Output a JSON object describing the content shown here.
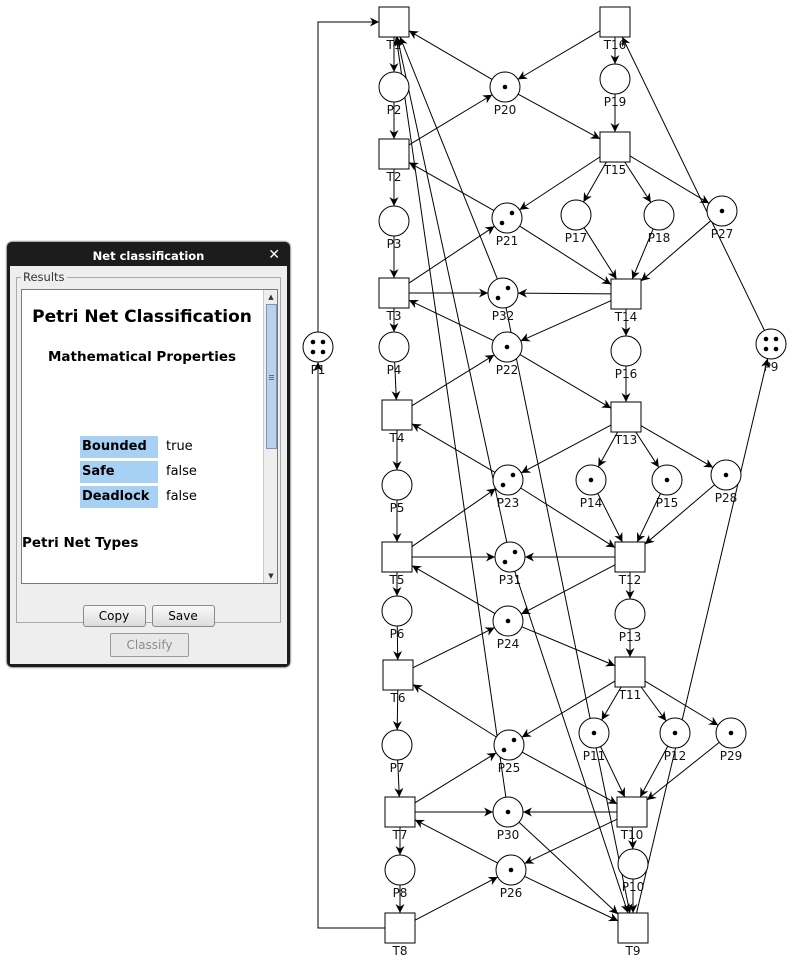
{
  "dialog": {
    "title": "Net classification",
    "close_glyph": "✕",
    "group_label": "Results",
    "heading": "Petri Net Classification",
    "subheading": "Mathematical Properties",
    "properties": [
      {
        "name": "Bounded",
        "value": "true"
      },
      {
        "name": "Safe",
        "value": "false"
      },
      {
        "name": "Deadlock",
        "value": "false"
      }
    ],
    "types_heading": "Petri Net Types",
    "buttons": {
      "copy": "Copy",
      "save": "Save",
      "classify": "Classify"
    },
    "property_label_color": "#a7d0f5"
  },
  "net": {
    "places": [
      {
        "id": "P1",
        "tokens": 4
      },
      {
        "id": "P2",
        "tokens": 0
      },
      {
        "id": "P3",
        "tokens": 0
      },
      {
        "id": "P4",
        "tokens": 0
      },
      {
        "id": "P5",
        "tokens": 0
      },
      {
        "id": "P6",
        "tokens": 0
      },
      {
        "id": "P7",
        "tokens": 0
      },
      {
        "id": "P8",
        "tokens": 0
      },
      {
        "id": "P9",
        "tokens": 4
      },
      {
        "id": "P10",
        "tokens": 0
      },
      {
        "id": "P11",
        "tokens": 1
      },
      {
        "id": "P12",
        "tokens": 1
      },
      {
        "id": "P13",
        "tokens": 0
      },
      {
        "id": "P14",
        "tokens": 1
      },
      {
        "id": "P15",
        "tokens": 1
      },
      {
        "id": "P16",
        "tokens": 0
      },
      {
        "id": "P17",
        "tokens": 0
      },
      {
        "id": "P18",
        "tokens": 0
      },
      {
        "id": "P19",
        "tokens": 0
      },
      {
        "id": "P20",
        "tokens": 1
      },
      {
        "id": "P21",
        "tokens": 2
      },
      {
        "id": "P22",
        "tokens": 1
      },
      {
        "id": "P23",
        "tokens": 2
      },
      {
        "id": "P24",
        "tokens": 1
      },
      {
        "id": "P25",
        "tokens": 2
      },
      {
        "id": "P26",
        "tokens": 1
      },
      {
        "id": "P27",
        "tokens": 1
      },
      {
        "id": "P28",
        "tokens": 1
      },
      {
        "id": "P29",
        "tokens": 1
      },
      {
        "id": "P30",
        "tokens": 1
      },
      {
        "id": "P31",
        "tokens": 2
      },
      {
        "id": "P32",
        "tokens": 2
      }
    ],
    "transitions": [
      "T1",
      "T2",
      "T3",
      "T4",
      "T5",
      "T6",
      "T7",
      "T8",
      "T9",
      "T10",
      "T11",
      "T12",
      "T13",
      "T14",
      "T15",
      "T16"
    ],
    "arcs": [
      [
        "T1",
        "P2"
      ],
      [
        "P2",
        "T2"
      ],
      [
        "T2",
        "P3"
      ],
      [
        "P3",
        "T3"
      ],
      [
        "T3",
        "P4"
      ],
      [
        "P4",
        "T4"
      ],
      [
        "T4",
        "P5"
      ],
      [
        "P5",
        "T5"
      ],
      [
        "T5",
        "P6"
      ],
      [
        "P6",
        "T6"
      ],
      [
        "T6",
        "P7"
      ],
      [
        "P7",
        "T7"
      ],
      [
        "T7",
        "P8"
      ],
      [
        "P8",
        "T8"
      ],
      [
        "T8",
        "P1"
      ],
      [
        "P1",
        "T1"
      ],
      [
        "T16",
        "P19"
      ],
      [
        "P19",
        "T15"
      ],
      [
        "T15",
        "P17"
      ],
      [
        "P17",
        "T14"
      ],
      [
        "T15",
        "P18"
      ],
      [
        "P18",
        "T14"
      ],
      [
        "T15",
        "P27"
      ],
      [
        "P27",
        "T14"
      ],
      [
        "T14",
        "P16"
      ],
      [
        "P16",
        "T13"
      ],
      [
        "T13",
        "P14"
      ],
      [
        "P14",
        "T12"
      ],
      [
        "T13",
        "P15"
      ],
      [
        "P15",
        "T12"
      ],
      [
        "T13",
        "P28"
      ],
      [
        "P28",
        "T12"
      ],
      [
        "T12",
        "P13"
      ],
      [
        "P13",
        "T11"
      ],
      [
        "T11",
        "P11"
      ],
      [
        "P11",
        "T10"
      ],
      [
        "T11",
        "P12"
      ],
      [
        "P12",
        "T10"
      ],
      [
        "T11",
        "P29"
      ],
      [
        "P29",
        "T10"
      ],
      [
        "T10",
        "P10"
      ],
      [
        "P10",
        "T9"
      ],
      [
        "T9",
        "P9"
      ],
      [
        "P9",
        "T16"
      ],
      [
        "T16",
        "P20"
      ],
      [
        "P20",
        "T1"
      ],
      [
        "T2",
        "P20"
      ],
      [
        "P20",
        "T15"
      ],
      [
        "T15",
        "P21"
      ],
      [
        "P21",
        "T2"
      ],
      [
        "T3",
        "P21"
      ],
      [
        "P21",
        "T14"
      ],
      [
        "T14",
        "P22"
      ],
      [
        "P22",
        "T3"
      ],
      [
        "T4",
        "P22"
      ],
      [
        "P22",
        "T13"
      ],
      [
        "T13",
        "P23"
      ],
      [
        "P23",
        "T4"
      ],
      [
        "T5",
        "P23"
      ],
      [
        "P23",
        "T12"
      ],
      [
        "T12",
        "P24"
      ],
      [
        "P24",
        "T5"
      ],
      [
        "T6",
        "P24"
      ],
      [
        "P24",
        "T11"
      ],
      [
        "T11",
        "P25"
      ],
      [
        "P25",
        "T6"
      ],
      [
        "T7",
        "P25"
      ],
      [
        "P25",
        "T10"
      ],
      [
        "T10",
        "P26"
      ],
      [
        "P26",
        "T7"
      ],
      [
        "T8",
        "P26"
      ],
      [
        "P26",
        "T9"
      ],
      [
        "T3",
        "P32"
      ],
      [
        "T14",
        "P32"
      ],
      [
        "P32",
        "T1"
      ],
      [
        "P32",
        "T9"
      ],
      [
        "T5",
        "P31"
      ],
      [
        "T12",
        "P31"
      ],
      [
        "P31",
        "T1"
      ],
      [
        "P31",
        "T9"
      ],
      [
        "T7",
        "P30"
      ],
      [
        "T10",
        "P30"
      ],
      [
        "P30",
        "T1"
      ],
      [
        "P30",
        "T9"
      ]
    ]
  }
}
